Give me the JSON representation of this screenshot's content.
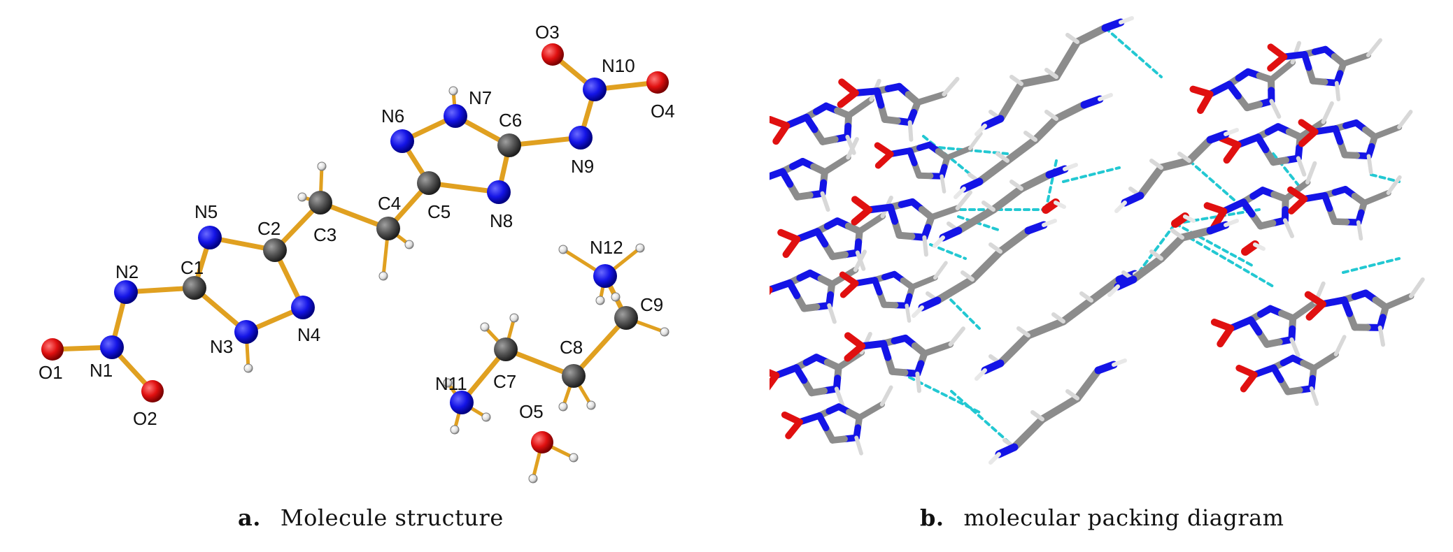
{
  "panel_a": {
    "caption_letter": "a.",
    "caption_text": "Molecule structure",
    "atoms": [
      "O1",
      "O2",
      "N1",
      "N2",
      "C1",
      "N3",
      "N4",
      "N5",
      "C2",
      "C3",
      "C4",
      "C5",
      "N6",
      "N7",
      "C6",
      "N8",
      "N9",
      "N10",
      "O3",
      "O4",
      "N11",
      "C7",
      "C8",
      "C9",
      "N12",
      "O5"
    ]
  },
  "panel_b": {
    "caption_letter": "b.",
    "caption_text": "molecular packing diagram"
  },
  "colors": {
    "nitrogen": "#1414e6",
    "oxygen": "#e01010",
    "carbon": "#555555",
    "hydrogen": "#ffffff",
    "bond": "#e0a020",
    "stick_carbon": "#8c8c8c",
    "hbond": "#22c8d2"
  }
}
